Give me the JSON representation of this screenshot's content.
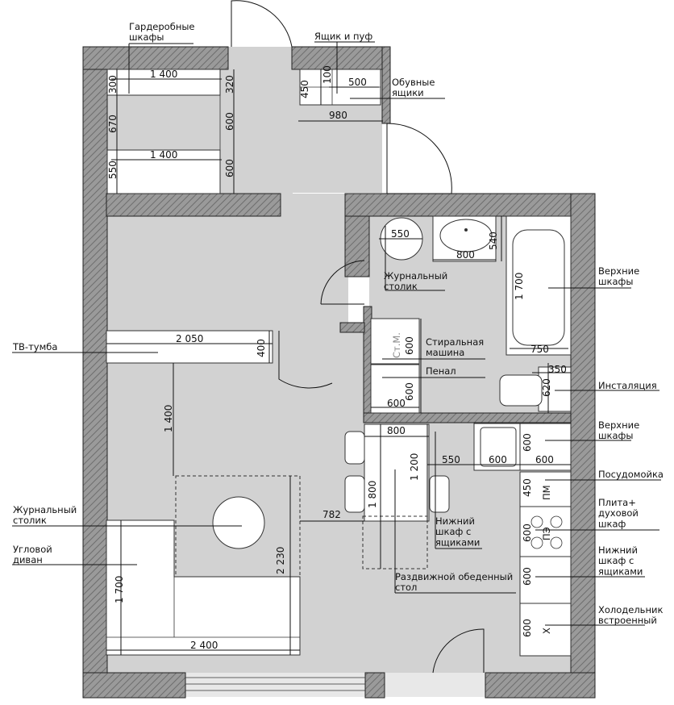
{
  "labels": {
    "wardrobes": "Гардеробные\nшкафы",
    "drawer_pouf": "Ящик и пуф",
    "shoe_drawers": "Обувные\nящики",
    "coffee_table_bath": "Журнальный\nстолик",
    "upper_cabinets_bath": "Верхние\nшкафы",
    "washing_machine": "Стиральная\nмашина",
    "pencil_case": "Пенал",
    "installation": "Инсталяция",
    "tv_stand": "ТВ-тумба",
    "upper_cabinets_kitchen": "Верхние\nшкафы",
    "dishwasher": "Посудомойка",
    "stove_oven": "Плита+\nдуховой\nшкаф",
    "lower_cabinet_drawers_1": "Нижний\nшкаф с\nящиками",
    "lower_cabinet_drawers_2": "Нижний\nшкаф с\nящиками",
    "fridge": "Холодельник\nвстроенный",
    "coffee_table_living": "Журнальный\nстолик",
    "corner_sofa": "Угловой\nдиван",
    "dining_table": "Раздвижной обеденный\nстол"
  },
  "furniture_marks": {
    "washing_machine": "Ст.М.",
    "dishwasher": "ПМ",
    "stove": "ПЭ",
    "fridge": "Х"
  },
  "dimensions": {
    "wardrobe_top_w": "1 400",
    "wardrobe_bottom_w": "1 400",
    "wardrobe_h1": "300",
    "wardrobe_h2": "670",
    "wardrobe_h3": "550",
    "wardrobe_side1": "320",
    "wardrobe_side2": "600",
    "wardrobe_side3": "600",
    "pouf_450": "450",
    "pouf_100": "100",
    "shoe_500": "500",
    "entry_980": "980",
    "round_table_550": "550",
    "sink_800": "800",
    "sink_540": "540",
    "bath_1700": "1 700",
    "bath_750": "750",
    "wm_600a": "600",
    "wm_600b": "600",
    "wm_600c": "600",
    "wc_350": "350",
    "wc_620": "620",
    "tv_2050": "2 050",
    "tv_400": "400",
    "gap_1400": "1 400",
    "dining_800": "800",
    "dining_1800": "1 800",
    "dining_1200": "1 200",
    "kitchen_550": "550",
    "sink_k_600": "600",
    "kitchen_600": "600",
    "dish_450": "450",
    "stove_600": "600",
    "lower_600": "600",
    "fridge_600": "600",
    "table_offset_782": "782",
    "area_2230": "2 230",
    "sofa_1700": "1 700",
    "sofa_2400": "2 400"
  },
  "colors": {
    "wall_fill": "#9a9a9a",
    "floor": "#d2d2d2",
    "furniture": "#ffffff",
    "line": "#111111"
  }
}
